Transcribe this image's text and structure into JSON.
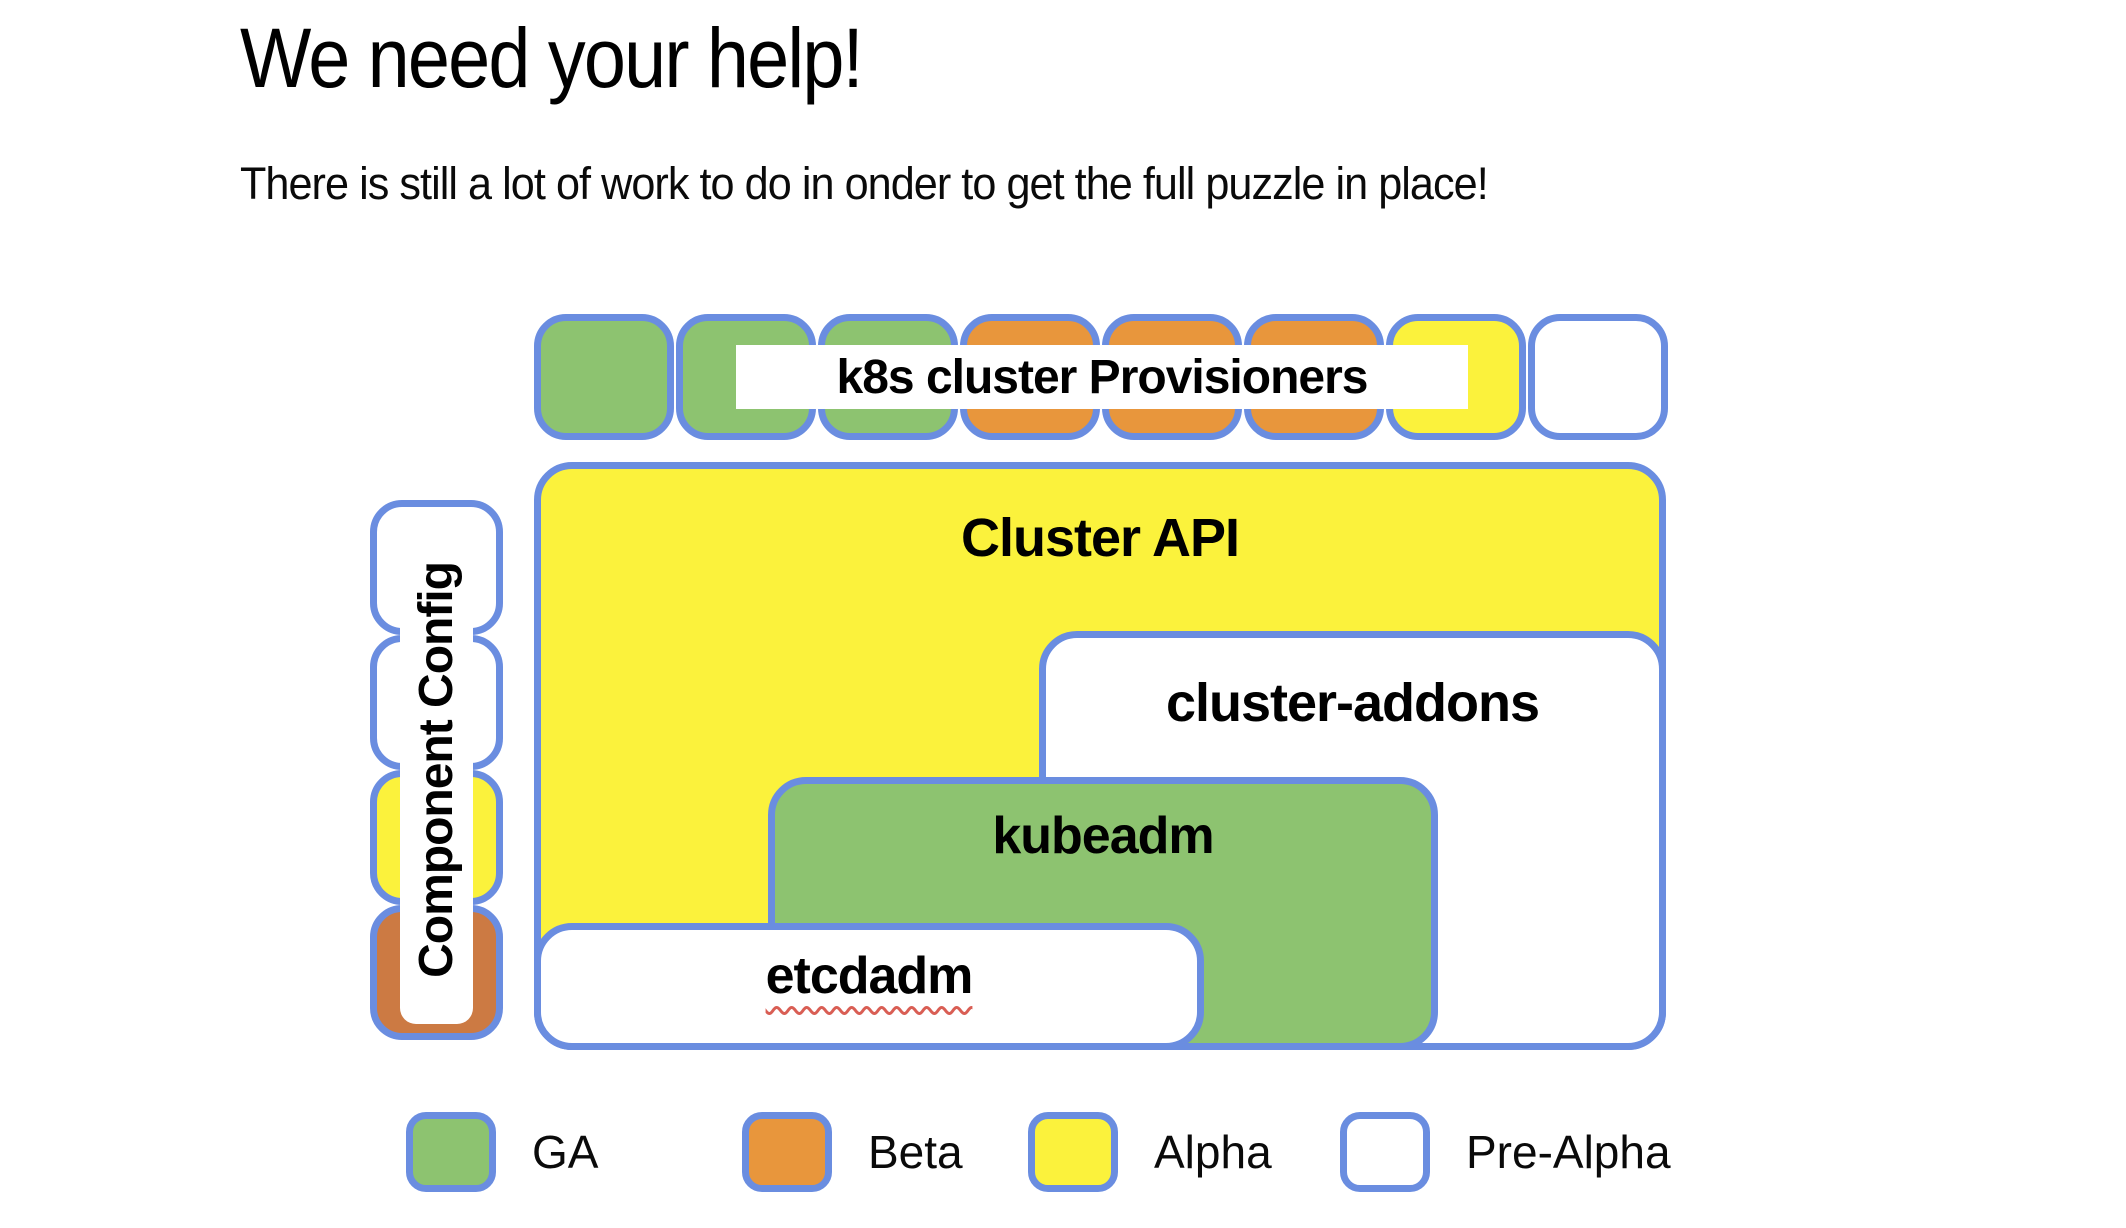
{
  "slide": {
    "title": "We need your help!",
    "subtitle": "There is still a lot of work to do in onder to get the full puzzle in place!"
  },
  "colors": {
    "border_blue": "#6a8de0",
    "ga_green": "#8dc370",
    "beta_orange": "#e8963c",
    "beta_orange_dark": "#cc7a43",
    "alpha_yellow": "#fbf23c",
    "pre_alpha_white": "#ffffff",
    "squiggle_red": "#d95e54"
  },
  "diagram": {
    "provisioners_label": "k8s cluster Provisioners",
    "provisioner_pieces": [
      "ga",
      "ga",
      "ga",
      "beta",
      "beta",
      "beta",
      "alpha",
      "pre-alpha"
    ],
    "component_config": {
      "label": "Component Config",
      "pieces": [
        "pre-alpha",
        "pre-alpha",
        "alpha",
        "beta-dark"
      ]
    },
    "boxes": {
      "cluster_api": "Cluster API",
      "cluster_addons": "cluster-addons",
      "kubeadm": "kubeadm",
      "etcdadm": "etcdadm"
    }
  },
  "legend": {
    "items": [
      {
        "status": "ga",
        "label": "GA"
      },
      {
        "status": "beta",
        "label": "Beta"
      },
      {
        "status": "alpha",
        "label": "Alpha"
      },
      {
        "status": "pre-alpha",
        "label": "Pre-Alpha"
      }
    ]
  }
}
